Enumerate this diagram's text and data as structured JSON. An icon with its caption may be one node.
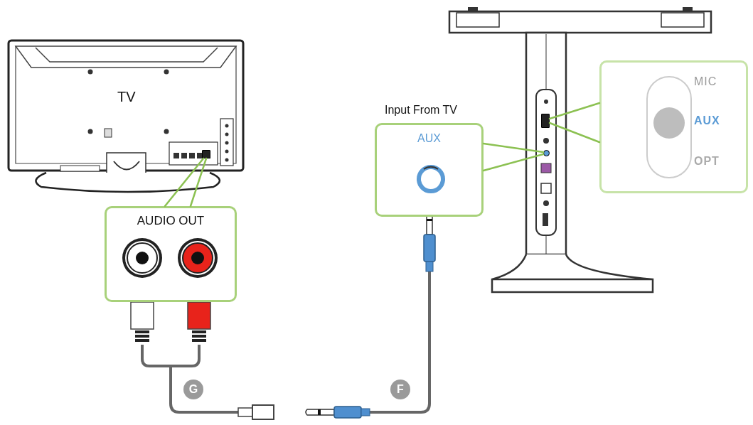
{
  "diagram": {
    "nodes": [
      {
        "text": [
          "TV"
        ]
      },
      {
        "text": [
          "AUDIO OUT"
        ]
      },
      {
        "text": [
          "Input From TV",
          "AUX"
        ]
      },
      {
        "text": [
          "MIC",
          "AUX",
          "OPT"
        ]
      },
      {
        "text": [],
        "shape": "picture"
      },
      {
        "text": [],
        "shape": "box",
        "in": 0
      },
      {
        "text": [],
        "shape": "circle",
        "in": 4
      },
      {
        "text": [],
        "shape": "box",
        "in": 4
      }
    ],
    "edges": [
      {
        "from": 1,
        "to": 5,
        "arrow": "none"
      },
      {
        "from": 2,
        "to": 6,
        "arrow": "none"
      },
      {
        "from": 3,
        "to": 7,
        "arrow": "none"
      }
    ],
    "labels": [
      "G",
      "F"
    ]
  }
}
